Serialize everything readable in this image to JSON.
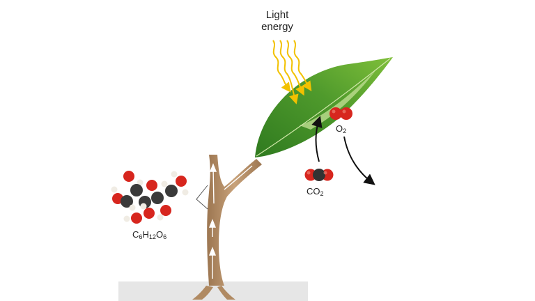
{
  "labels": {
    "light_line1": "Light",
    "light_line2": "energy",
    "co2": {
      "base": "CO",
      "sub": "2"
    },
    "o2": {
      "base": "O",
      "sub": "2"
    },
    "glucose": [
      {
        "base": "C",
        "sub": "6"
      },
      {
        "base": "H",
        "sub": "12"
      },
      {
        "base": "O",
        "sub": "6"
      }
    ]
  },
  "colors": {
    "leaf_dark": "#3f8a26",
    "leaf_light": "#8ec63f",
    "stem": "#b8916a",
    "light_rays": "#f2c100",
    "oxygen_atom": "#d7261e",
    "carbon_atom": "#333333",
    "hydrogen_atom": "#f0ece4",
    "ground": "#e6e6e6"
  },
  "icons": [
    "light-ray-arrows",
    "co2-molecule",
    "o2-molecule",
    "glucose-molecule",
    "leaf",
    "plant-stem",
    "flow-arrows"
  ]
}
